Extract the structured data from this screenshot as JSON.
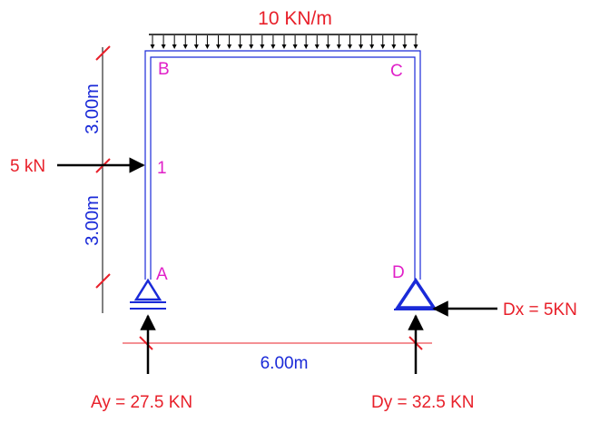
{
  "load": {
    "udl_label": "10 KN/m",
    "point_load_label": "5 kN"
  },
  "nodes": {
    "b": "B",
    "c": "C",
    "one": "1",
    "a": "A",
    "d": "D"
  },
  "dimensions": {
    "upper_height": "3.00m",
    "lower_height": "3.00m",
    "span": "6.00m"
  },
  "reactions": {
    "ay": "Ay = 27.5 KN",
    "dy": "Dy = 32.5 KN",
    "dx": "Dx = 5KN"
  },
  "colors": {
    "frame": "#1a2ad8",
    "load": "#e8202a",
    "node": "#e020c8",
    "dimension": "#1a2ad8",
    "arrow": "#000000"
  }
}
